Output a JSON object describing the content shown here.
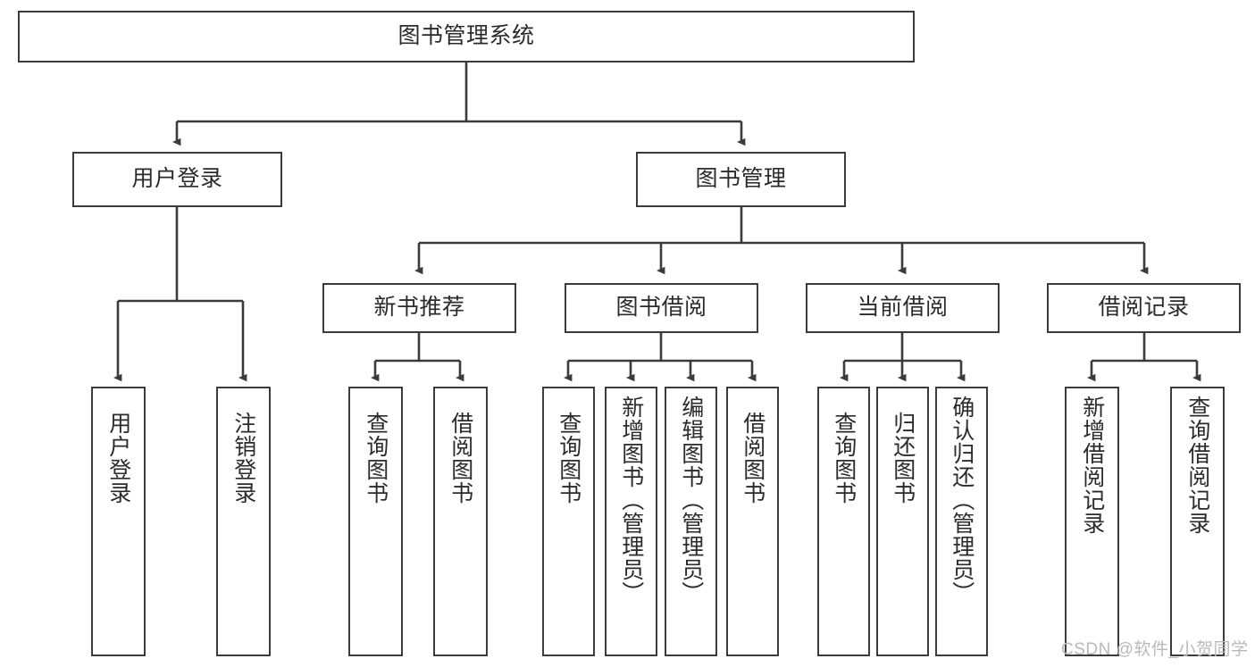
{
  "diagram": {
    "type": "tree-hierarchy",
    "title": "图书管理系统",
    "root": {
      "label": "图书管理系统"
    },
    "level2": [
      {
        "label": "用户登录"
      },
      {
        "label": "图书管理"
      }
    ],
    "level3": [
      {
        "label": "新书推荐"
      },
      {
        "label": "图书借阅"
      },
      {
        "label": "当前借阅"
      },
      {
        "label": "借阅记录"
      }
    ],
    "leaves": {
      "user_login": [
        {
          "label": "用户登录"
        },
        {
          "label": "注销登录"
        }
      ],
      "new_book_recommend": [
        {
          "label": "查询图书"
        },
        {
          "label": "借阅图书"
        }
      ],
      "book_borrow": [
        {
          "label": "查询图书"
        },
        {
          "label": "新增图书（管理员）"
        },
        {
          "label": "编辑图书（管理员）"
        },
        {
          "label": "借阅图书"
        }
      ],
      "current_borrow": [
        {
          "label": "查询图书"
        },
        {
          "label": "归还图书"
        },
        {
          "label": "确认归还（管理员）"
        }
      ],
      "borrow_record": [
        {
          "label": "新增借阅记录"
        },
        {
          "label": "查询借阅记录"
        }
      ]
    }
  },
  "watermark": {
    "text": "CSDN @软件_小贺同学"
  },
  "colors": {
    "stroke": "#3b3b3b",
    "text": "#2b2b2b",
    "background": "#ffffff",
    "watermark": "#b9b9b9"
  }
}
